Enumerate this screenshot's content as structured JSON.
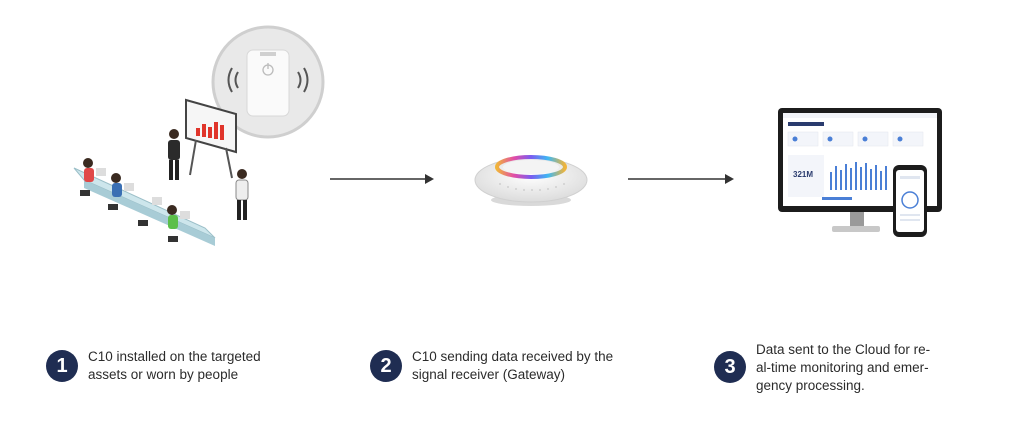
{
  "diagram": {
    "steps": [
      {
        "number": "1",
        "text": "C10 installed on the targeted\nassets or worn by people"
      },
      {
        "number": "2",
        "text": "C10 sending data received by the\nsignal receiver (Gateway)"
      },
      {
        "number": "3",
        "text": "Data sent to the Cloud for re-\nal-time monitoring and emer-\ngency processing."
      }
    ],
    "dashboard": {
      "big_value": "321M"
    },
    "colors": {
      "step_badge": "#1f2d52",
      "arrow": "#333333",
      "accent_blue": "#4a7fd6",
      "chart_red": "#e0352b"
    },
    "icons": [
      "power-icon",
      "signal-waves-icon",
      "gateway-device-icon",
      "monitor-icon",
      "phone-icon"
    ]
  }
}
